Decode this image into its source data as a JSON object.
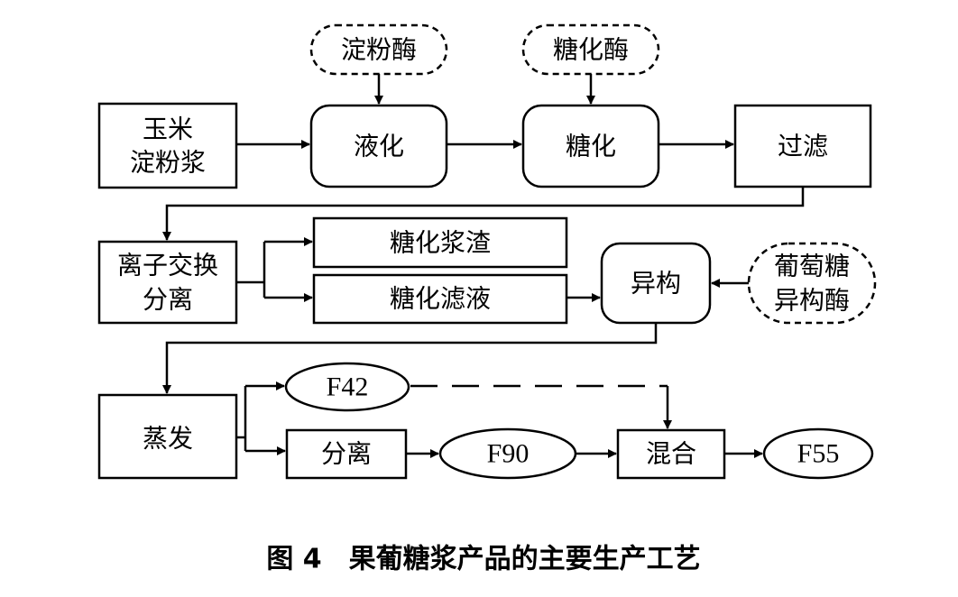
{
  "nodes": {
    "amylase": "淀粉酶",
    "glucoamylase": "糖化酶",
    "corn_starch_1": "玉米",
    "corn_starch_2": "淀粉浆",
    "liquefaction": "液化",
    "saccharification": "糖化",
    "filtration": "过滤",
    "ion_exchange_1": "离子交换",
    "ion_exchange_2": "分离",
    "residue": "糖化浆渣",
    "filtrate": "糖化滤液",
    "isomerization": "异构",
    "isomerase_1": "葡萄糖",
    "isomerase_2": "异构酶",
    "evaporation": "蒸发",
    "f42": "F42",
    "separation": "分离",
    "f90": "F90",
    "mixing": "混合",
    "f55": "F55"
  },
  "caption": "图 4　果葡糖浆产品的主要生产工艺"
}
